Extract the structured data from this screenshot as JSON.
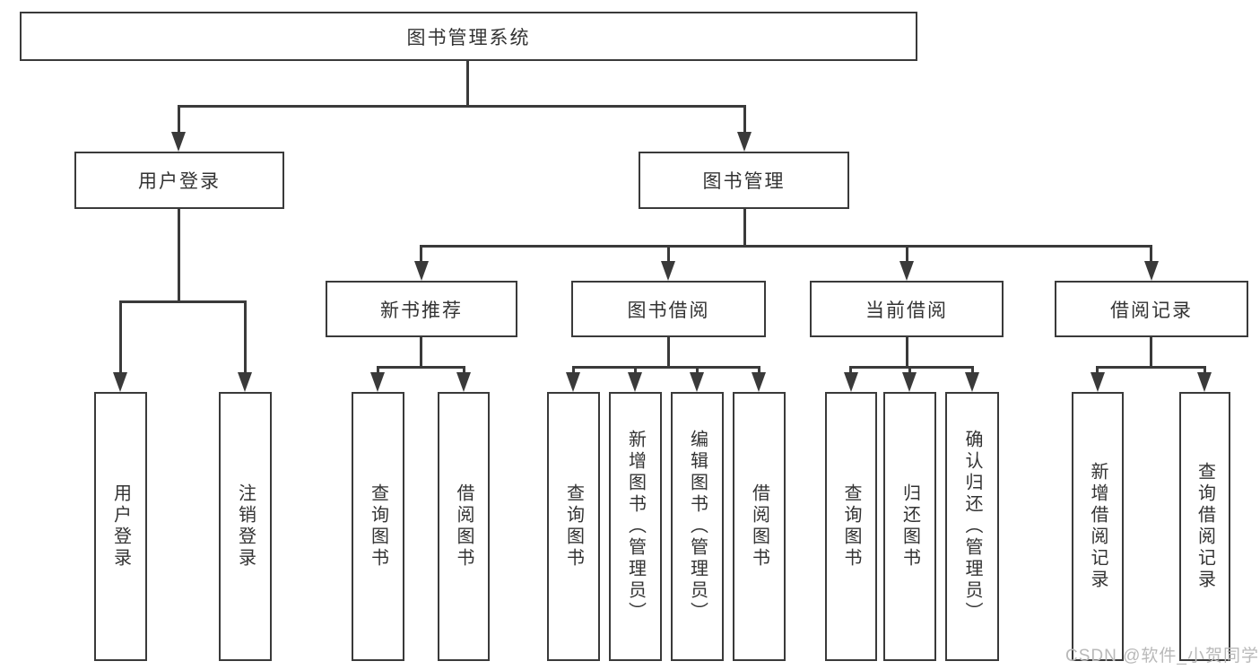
{
  "diagram": {
    "root": {
      "label": "图书管理系统"
    },
    "level2": [
      {
        "label": "用户登录"
      },
      {
        "label": "图书管理"
      }
    ],
    "level3": [
      {
        "label": "新书推荐"
      },
      {
        "label": "图书借阅"
      },
      {
        "label": "当前借阅"
      },
      {
        "label": "借阅记录"
      }
    ],
    "leaves": [
      {
        "label": "用户登录"
      },
      {
        "label": "注销登录"
      },
      {
        "label": "查询图书"
      },
      {
        "label": "借阅图书"
      },
      {
        "label": "查询图书"
      },
      {
        "label": "新增图书（管理员）"
      },
      {
        "label": "编辑图书（管理员）"
      },
      {
        "label": "借阅图书"
      },
      {
        "label": "查询图书"
      },
      {
        "label": "归还图书"
      },
      {
        "label": "确认归还（管理员）"
      },
      {
        "label": "新增借阅记录"
      },
      {
        "label": "查询借阅记录"
      }
    ]
  },
  "watermark": {
    "text": "CSDN @软件_小贺同学"
  },
  "colors": {
    "line": "#3a3a3a",
    "text": "#333333",
    "background": "#ffffff",
    "watermark": "#b9b9b9"
  }
}
